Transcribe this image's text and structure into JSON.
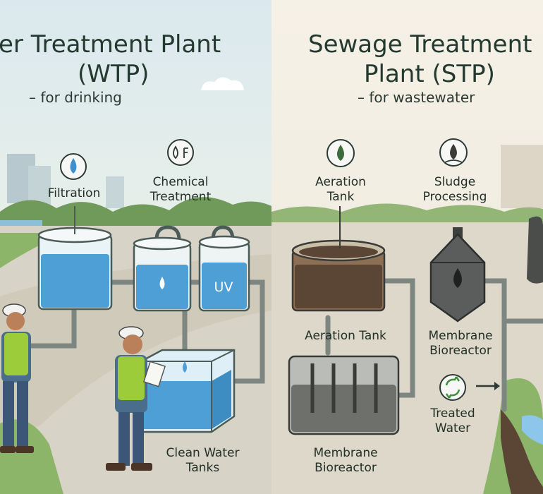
{
  "wtp": {
    "title_line1": "er Treatment Plant",
    "title_line2": "(WTP)",
    "subtitle": "– for drinking",
    "labels": {
      "filtration": "Filtration",
      "chemical": "Chemical\nTreatment",
      "uv": "UV",
      "clean_tanks": "Clean Water\nTanks"
    }
  },
  "stp": {
    "title_line1": "Sewage Treatment",
    "title_line2": "Plant (STP)",
    "subtitle": "– for wastewater",
    "labels": {
      "aeration_top": "Aeration\nTank",
      "sludge": "Sludge\nProcessing",
      "aeration": "Aeration Tank",
      "membrane_right": "Membrane\nBioreactor",
      "membrane_bottom": "Membrane\nBioreactor",
      "treated": "Treated\nWater"
    }
  },
  "colors": {
    "water": "#4d9fd6",
    "water_light": "#8cc6ea",
    "sludge": "#5b4636",
    "vest": "#9ccc3a",
    "pipe": "#7d8680",
    "ink": "#243a30"
  },
  "icons": [
    "water-drop-icon",
    "chemical-drops-icon",
    "sludge-drop-icon",
    "recycle-icon",
    "arrow-right-icon"
  ]
}
